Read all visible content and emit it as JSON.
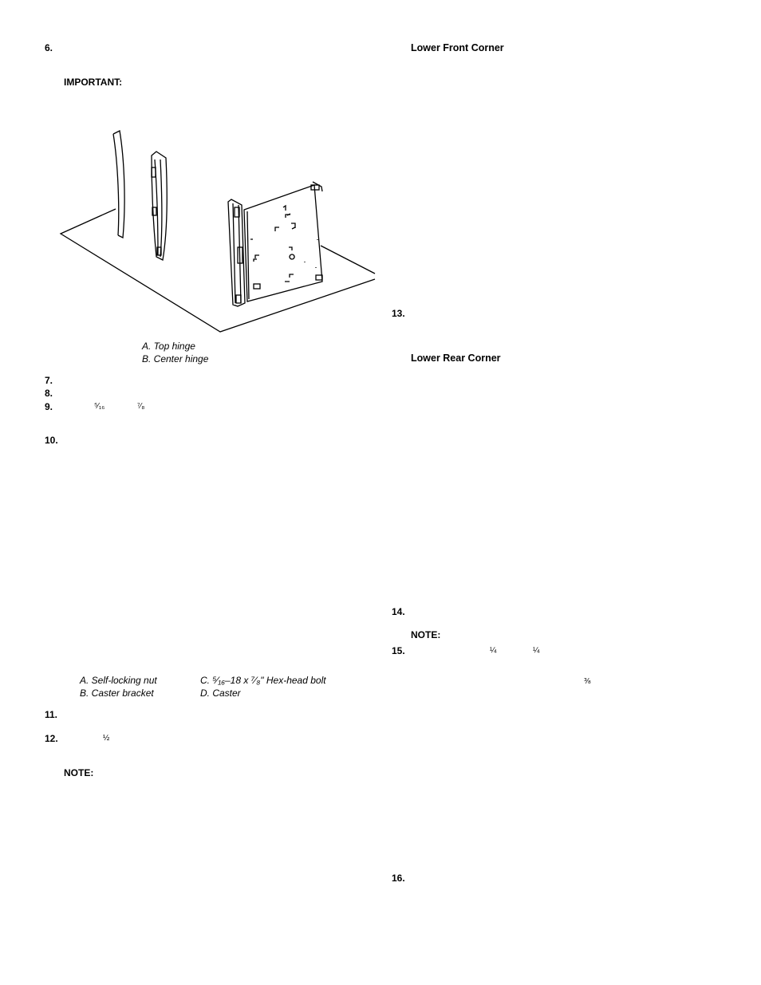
{
  "steps": {
    "s6": "6.",
    "s7": "7.",
    "s8": "8.",
    "s9": "9.",
    "s10": "10.",
    "s11": "11.",
    "s12": "12.",
    "s13": "13.",
    "s14": "14.",
    "s15": "15.",
    "s16": "16."
  },
  "labels": {
    "important": "IMPORTANT:",
    "note1": "NOTE:",
    "note2": "NOTE:",
    "lower_front_corner": "Lower Front Corner",
    "lower_rear_corner": "Lower Rear Corner"
  },
  "figure_doors": {
    "caption_a": "A. Top hinge",
    "caption_b": "B. Center hinge"
  },
  "figure_caster": {
    "caption_a": "A. Self-locking nut",
    "caption_b": "B. Caster bracket",
    "caption_c": "C. ⁵⁄₁₆–18 x ⁷⁄₈\" Hex-head bolt",
    "caption_d": "D. Caster"
  },
  "fractions": {
    "s9_a": "⁵⁄₁₆",
    "s9_b": "⁷⁄₈",
    "s12": "½",
    "s15_a": "¼",
    "s15_b": "¼",
    "s15_c": "⅜"
  },
  "icons": [
    "refrigerator-door-removal-illustration"
  ]
}
